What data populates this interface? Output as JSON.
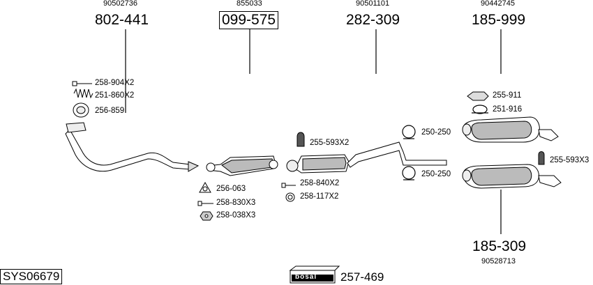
{
  "header_parts": [
    {
      "oe": "90502736",
      "part": "802-441"
    },
    {
      "oe": "855033",
      "part": "099-575"
    },
    {
      "oe": "90501101",
      "part": "282-309"
    },
    {
      "oe": "90442745",
      "part": "185-999"
    }
  ],
  "bottom_part": {
    "oe": "90528713",
    "part": "185-309"
  },
  "small_parts": {
    "p1": "258-904X2",
    "p2": "251-860X2",
    "p3": "256-859",
    "p4": "256-063",
    "p5": "258-830X3",
    "p6": "258-038X3",
    "p7": "255-593X2",
    "p8": "258-840X2",
    "p9": "258-117X2",
    "p10": "250-250",
    "p11": "250-250",
    "p12": "255-911",
    "p13": "251-916",
    "p14": "255-593X3"
  },
  "system_code": "SYS06679",
  "brand": {
    "logo_text": "bosal",
    "part": "257-469"
  }
}
